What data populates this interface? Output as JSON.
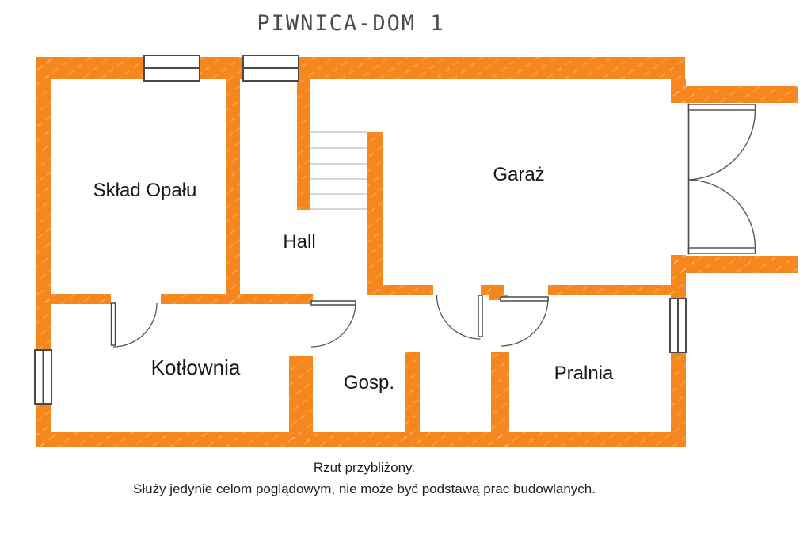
{
  "title": "PIWNICA-DOM 1",
  "plan": {
    "rooms": {
      "sklad_opalu": "Skład Opału",
      "hall": "Hall",
      "garaz": "Garaż",
      "kotlownia": "Kotłownia",
      "gosp": "Gosp.",
      "pralnia": "Pralnia"
    }
  },
  "footer": {
    "line1": "Rzut przybliżony.",
    "line2": "Służy jedynie celom poglądowym, nie może być podstawą prac budowlanych."
  },
  "colors": {
    "wall": "#F6871F",
    "symbol_stroke": "#4a4a4a",
    "arc_stroke": "#555555",
    "stair_line": "#cccccc",
    "label": "#16161e",
    "title": "#4a4a4a",
    "footer": "#1f1f1f"
  }
}
